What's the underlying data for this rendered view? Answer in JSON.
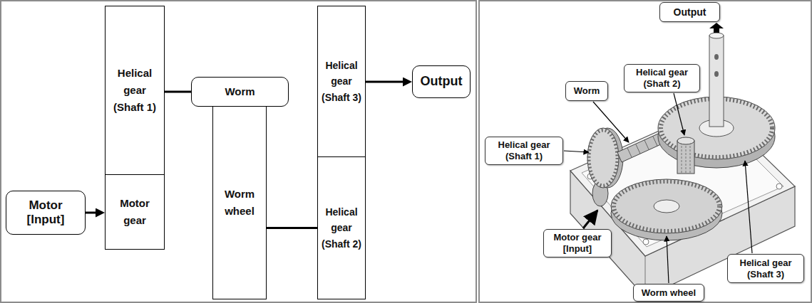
{
  "diagram": {
    "nodes": [
      {
        "text": [
          "Helical gear (Shaft 1)"
        ]
      },
      {
        "text": [
          "Worm"
        ]
      },
      {
        "text": [
          "Helical gear (Shaft 3)"
        ]
      },
      {
        "text": [
          "Output"
        ]
      },
      {
        "text": [
          "Motor [Input]"
        ]
      },
      {
        "text": [
          "Motor gear"
        ]
      },
      {
        "text": [
          "Worm wheel"
        ]
      },
      {
        "text": [
          "Helical gear (Shaft 2)"
        ]
      },
      {
        "text": [
          "Output"
        ]
      },
      {
        "text": [
          "Helical gear (Shaft 2)"
        ]
      },
      {
        "text": [
          "Worm"
        ]
      },
      {
        "text": [
          "Helical gear (Shaft 1)"
        ]
      },
      {
        "text": [
          "Motor gear [Input]"
        ]
      },
      {
        "text": [
          "Helical gear (Shaft 3)"
        ]
      },
      {
        "text": [
          "Worm wheel"
        ]
      }
    ],
    "edges": [
      {
        "from": 4,
        "to": 5,
        "arrow": "to"
      },
      {
        "from": 0,
        "to": 1,
        "arrow": "none"
      },
      {
        "from": 6,
        "to": 7,
        "arrow": "none"
      },
      {
        "from": 2,
        "to": 3,
        "arrow": "to"
      }
    ]
  }
}
